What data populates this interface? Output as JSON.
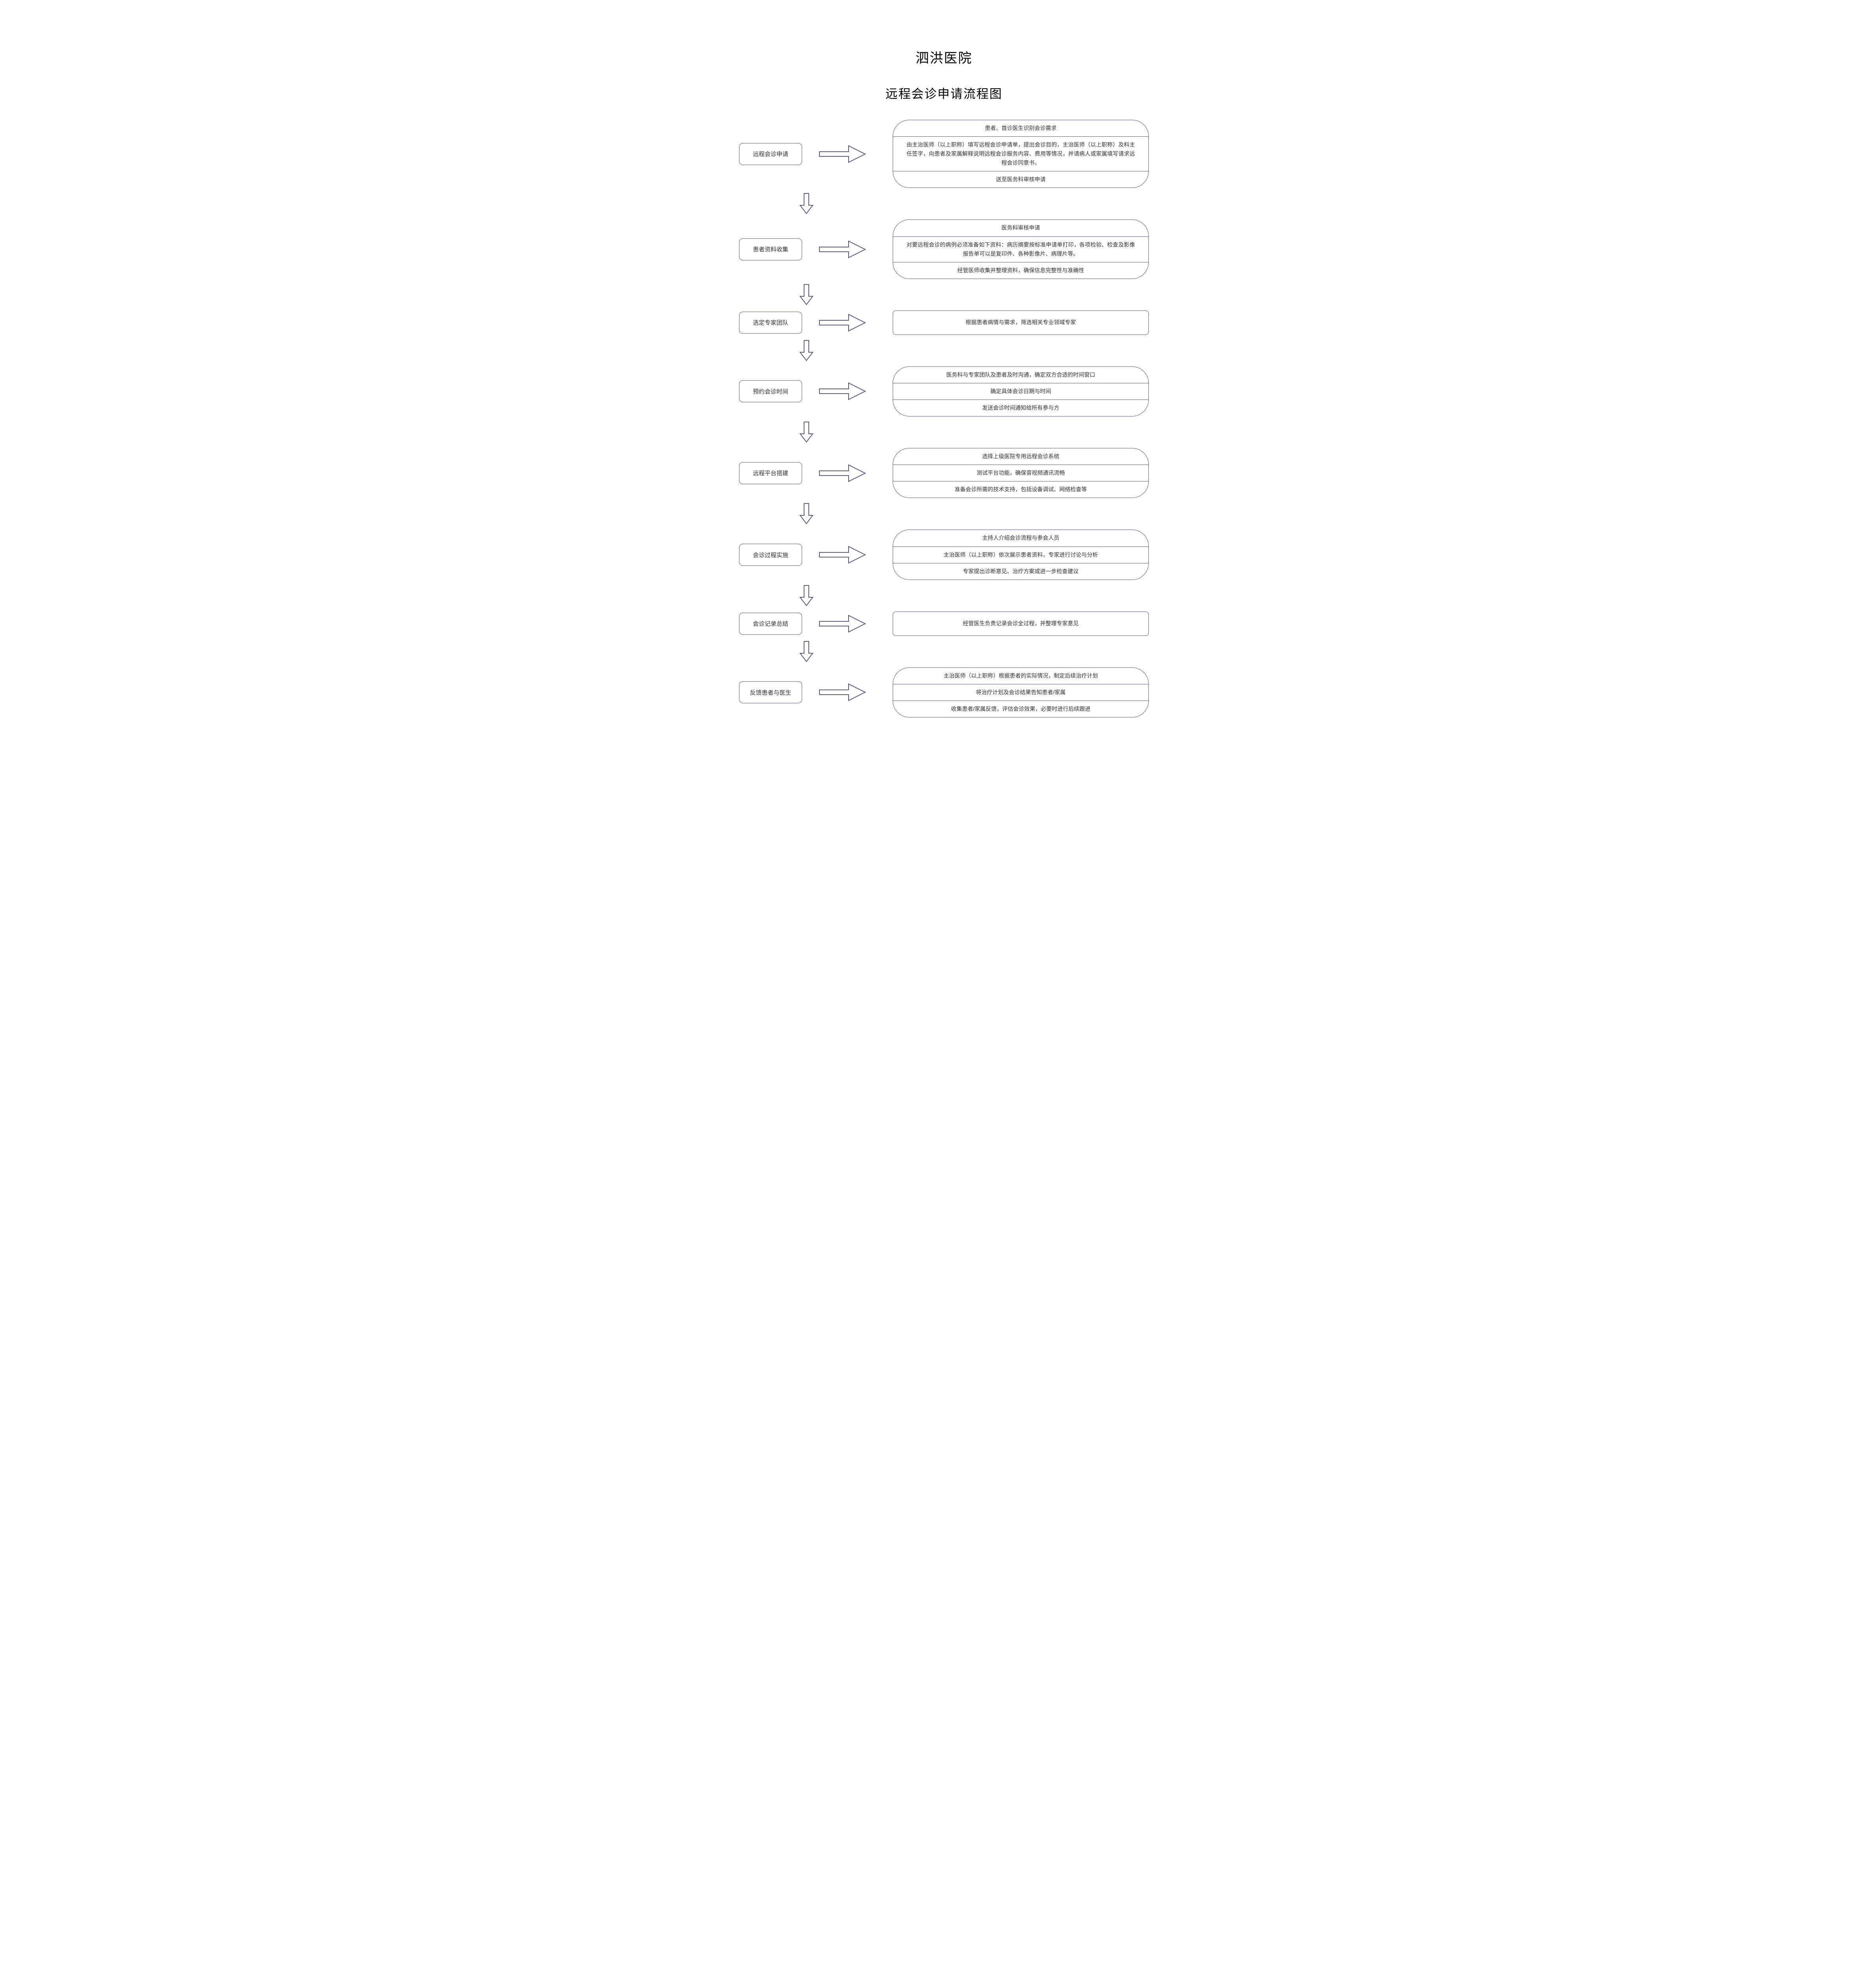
{
  "title": "泗洪医院",
  "subtitle": "远程会诊申请流程图",
  "colors": {
    "border": "#5b5b80",
    "text": "#333333"
  },
  "icons": {
    "right_arrow": "right-arrow-icon",
    "down_arrow": "down-arrow-icon"
  },
  "steps": [
    {
      "label": "远程会诊申请",
      "details": [
        "患者、首诊医生识别会诊需求",
        "由主治医师（以上职称）填写远程会诊申请单，提出会诊目的，主治医师（以上职称）及科主任签字，向患者及家属解释说明远程会诊服务内容、费用等情况，并请病人或家属填写请求远程会诊同意书，",
        "送至医务科审核申请"
      ]
    },
    {
      "label": "患者资料收集",
      "details": [
        "医务科审核申请",
        "对要远程会诊的病例必须准备如下资料：病历摘要按标准申请单打印，各项检验、检查及影像报告单可以是复印件、各种影像片、病理片等。",
        "经管医师收集并整理资料，确保信息完整性与准确性"
      ]
    },
    {
      "label": "选定专家团队",
      "details": [
        "根据患者病情与需求，筛选相关专业领域专家"
      ]
    },
    {
      "label": "预约会诊时间",
      "details": [
        "医务科与专家团队及患者及时沟通，确定双方合适的时间窗口",
        "确定具体会诊日期与时间",
        "发送会诊时间通知给所有参与方"
      ]
    },
    {
      "label": "远程平台搭建",
      "details": [
        "选择上级医院专用远程会诊系统",
        "测试平台功能，确保音视频通讯流畅",
        "准备会诊所需的技术支持，包括设备调试、网络检查等"
      ]
    },
    {
      "label": "会诊过程实施",
      "details": [
        "主持人介绍会诊流程与参会人员",
        "主治医师（以上职称）依次展示患者资料，专家进行讨论与分析",
        "专家提出诊断意见、治疗方案或进一步检查建议"
      ]
    },
    {
      "label": "会诊记录总结",
      "details": [
        "经管医生负责记录会诊全过程，并整理专家意见"
      ]
    },
    {
      "label": "反馈患者与医生",
      "details": [
        "主治医师（以上职称）根据患者的实际情况，制定后续治疗计划",
        "将治疗计划及会诊结果告知患者/家属",
        "收集患者/家属反馈，评估会诊效果，必要时进行后续跟进"
      ]
    }
  ]
}
